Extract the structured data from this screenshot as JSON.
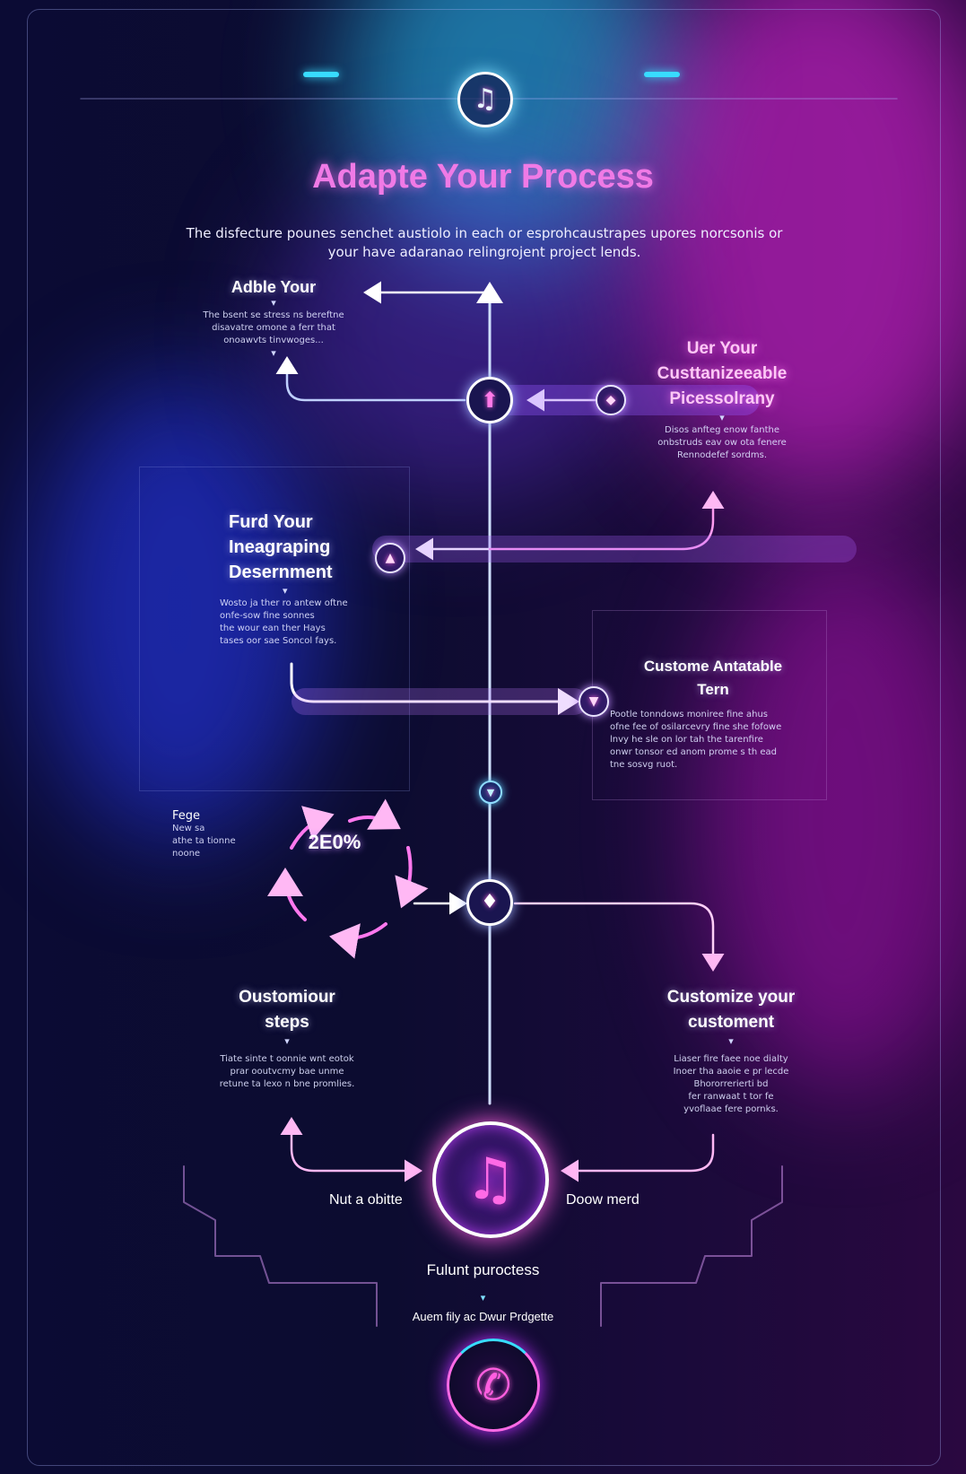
{
  "header": {
    "title": "Adapte Your Process",
    "intro_line1": "The disfecture pounes senchet austiolo in each or esprohcaustrapes upores norcsonis or",
    "intro_line2": "your have adaranao relingrojent project lends."
  },
  "steps": {
    "adble": {
      "title": "Adble Your",
      "lines": [
        "The bsent se stress ns bereftne",
        "disavatre omone a ferr that",
        "onoawvts tinvwoges..."
      ]
    },
    "user_customizeable": {
      "title_line1": "Uer Your",
      "title_line2": "Custtanizeeable",
      "title_line3": "Picessolrany",
      "lines": [
        "Disos anfteg enow fanthe",
        "onbstruds eav ow ota fenere",
        "Rennodefef sordms."
      ]
    },
    "furd": {
      "title_line1": "Furd Your",
      "title_line2": "Ineagraping",
      "title_line3": "Desernment",
      "lines": [
        "Wosto ja ther ro antew oftne",
        "onfe-sow fine sonnes",
        "the wour ean ther Hays",
        "tases oor sae Soncol fays."
      ]
    },
    "custome": {
      "title_line1": "Custome Antatable",
      "title_line2": "Tern",
      "lines": [
        "Pootle tonndows moniree fine ahus",
        "ofne fee of osilarcevry fine she fofowe",
        "lnvy he sle on lor tah the tarenfire",
        "onwr tonsor ed anom prome s th ead",
        "tne sosvg ruot."
      ]
    },
    "fege": {
      "title": "Fege",
      "lines": [
        "New sa",
        "athe ta tionne",
        "noone"
      ]
    },
    "cycle": {
      "value": "2E0%"
    },
    "customiour": {
      "title_line1": "Oustomiour",
      "title_line2": "steps",
      "lines": [
        "Tiate sinte t oonnie wnt eotok",
        "prar ooutvcmy bae unme",
        "retune ta lexo n bne promlies."
      ]
    },
    "customize": {
      "title_line1": "Customize your",
      "title_line2": "customent",
      "lines": [
        "Liaser fire faee noe dialty",
        "Inoer tha aaoie e pr lecde",
        "Bhororrerierti bd",
        "fer ranwaat t tor fe",
        "yvoflaae fere pornks."
      ]
    }
  },
  "bottom": {
    "left_label": "Nut a obitte",
    "right_label": "Doow merd",
    "process_label": "Fulunt puroctess",
    "subtitle": "Auem fily ac Dwur Prdgette"
  },
  "icons": {
    "top": "music-note-icon",
    "hub": "arrow-up-icon",
    "right_node": "drop-icon",
    "left_node": "flame-icon",
    "mid_node": "download-icon",
    "junction": "pin-icon",
    "key": "keyhole-icon",
    "main": "music-notes-icon",
    "phone": "phone-icon"
  },
  "colors": {
    "accent_pink": "#ff5ee0",
    "accent_cyan": "#38dcff",
    "accent_violet": "#8a5cff",
    "background": "#0a0a2c"
  }
}
